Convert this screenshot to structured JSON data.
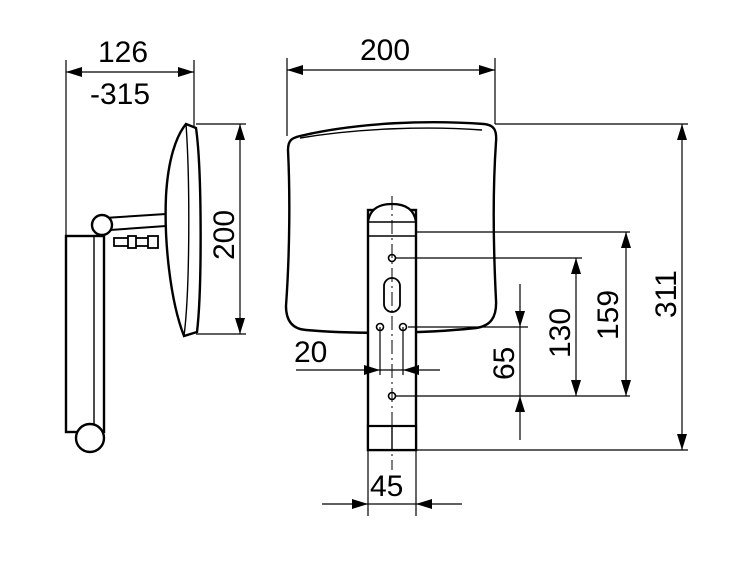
{
  "dimensions": {
    "side_projection_min": "126",
    "side_projection_max": "-315",
    "side_mirror_height": "200",
    "front_width": "200",
    "front_total_height": "311",
    "hole_spacing_159": "159",
    "hole_spacing_130": "130",
    "hole_spacing_65": "65",
    "hole_offset": "20",
    "bracket_width": "45"
  }
}
